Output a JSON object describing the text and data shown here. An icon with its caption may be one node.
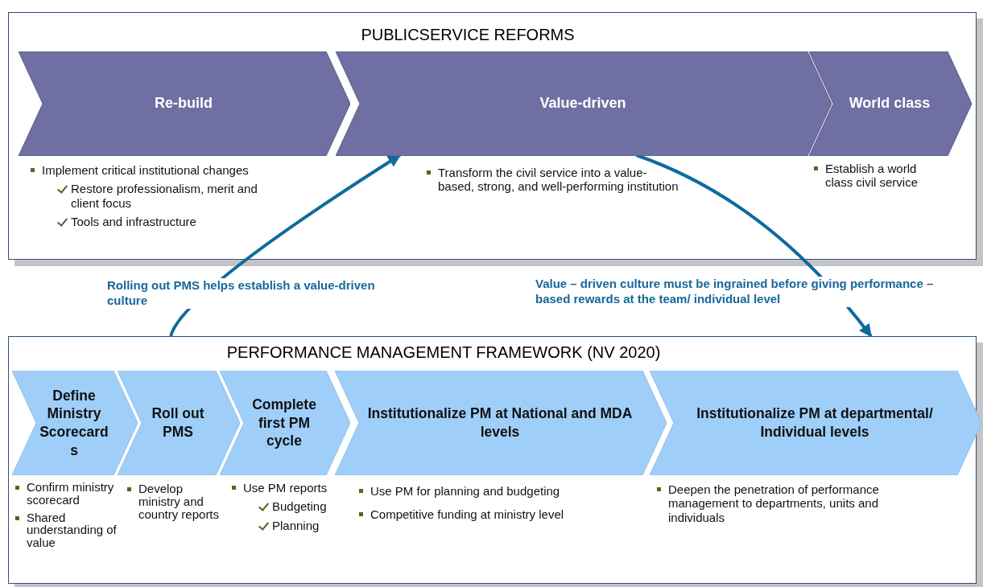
{
  "diagram": {
    "nodes": [
      {
        "text": [
          "PUBLICSERVICE REFORMS"
        ]
      },
      {
        "text": [
          "Re-build"
        ],
        "in": 0,
        "beside": [
          "Implement critical institutional changes",
          "Restore professionalism, merit and client focus",
          "Tools and infrastructure"
        ]
      },
      {
        "text": [
          "Value-driven"
        ],
        "in": 0,
        "beside": [
          "Transform the civil service into a value-based, strong, and well-performing institution"
        ]
      },
      {
        "text": [
          "World class"
        ],
        "in": 0,
        "beside": [
          "Establish a world class civil service"
        ]
      },
      {
        "text": [
          "PERFORMANCE MANAGEMENT FRAMEWORK (NV 2020)"
        ]
      },
      {
        "text": [
          "Define Ministry Scorecards"
        ],
        "in": 4,
        "beside": [
          "Confirm ministry scorecard",
          "Shared understanding of value"
        ]
      },
      {
        "text": [
          "Roll out PMS"
        ],
        "in": 4,
        "beside": [
          "Develop ministry and country reports"
        ]
      },
      {
        "text": [
          "Complete first PM cycle"
        ],
        "in": 4,
        "beside": [
          "Use PM reports",
          "Budgeting",
          "Planning"
        ]
      },
      {
        "text": [
          "Institutionalize PM at National and MDA levels"
        ],
        "in": 4,
        "beside": [
          "Use PM for planning and budgeting",
          "Competitive funding at ministry level"
        ]
      },
      {
        "text": [
          "Institutionalize PM at departmental/ Individual levels"
        ],
        "in": 4,
        "beside": [
          "Deepen the penetration of performance management to departments, units and individuals"
        ]
      }
    ],
    "edges": [
      {
        "from": 4,
        "to": 2,
        "arrow": "to",
        "label": "Rolling out PMS helps establish a value-driven culture"
      },
      {
        "from": 2,
        "to": 4,
        "arrow": "to",
        "label": "Value – driven culture must be ingrained before giving performance – based rewards at the team/ individual level"
      }
    ]
  }
}
